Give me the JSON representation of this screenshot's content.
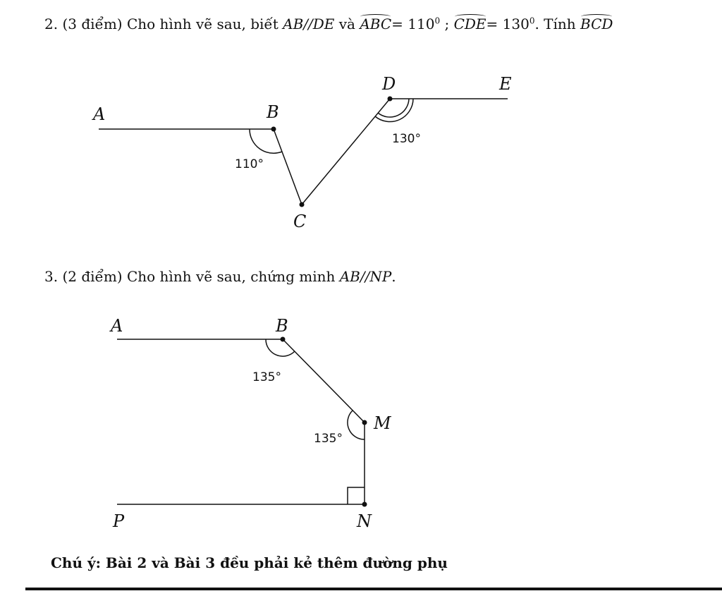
{
  "problem2": {
    "number": "2.",
    "points": "(3 điểm)",
    "text_a": "Cho hình vẽ sau, biết",
    "parallel": "AB//DE",
    "conj": "và",
    "angle1": "ABC",
    "eq1": "= 110",
    "exp": "0",
    "sep": ";",
    "angle2": "CDE",
    "eq2": "= 130",
    "text_b": ". Tính",
    "angle3": "BCD",
    "labels": {
      "A": "A",
      "B": "B",
      "C": "C",
      "D": "D",
      "E": "E"
    },
    "angle_B": "110°",
    "angle_D": "130°"
  },
  "problem3": {
    "number": "3.",
    "points": "(2 điểm)",
    "text_a": "Cho hình vẽ sau, chứng minh",
    "parallel": "AB//NP",
    "end": ".",
    "labels": {
      "A": "A",
      "B": "B",
      "M": "M",
      "N": "N",
      "P": "P"
    },
    "angle_B": "135°",
    "angle_M": "135°"
  },
  "note": "Chú ý: Bài 2 và Bài 3 đều phải kẻ thêm đường phụ"
}
